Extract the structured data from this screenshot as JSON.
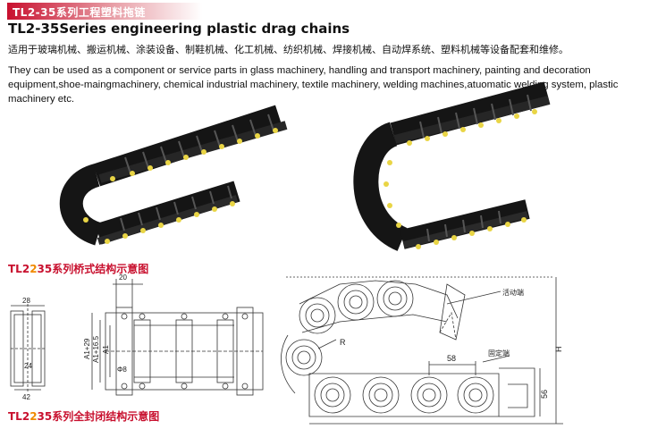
{
  "header": {
    "banner_text": "TL2-35系列工程塑料拖链",
    "title_en": "TL2-35Series engineering plastic drag chains",
    "desc_zh": "适用于玻璃机械、搬运机械、涂装设备、制鞋机械、化工机械、纺织机械、焊接机械、自动焊系统、塑料机械等设备配套和维修。",
    "desc_en": "They can be used as a component or service parts in glass machinery, handling and transport machinery, painting and decoration equipment,shoe-maingmachinery, chemical industrial machinery, textile machinery, welding machines,atuomatic welding system, plastic machinery etc."
  },
  "diagram_labels": {
    "bridge_prefix": "TL2",
    "bridge_hi": "2",
    "bridge_rest": "35系列桥式结构示意图",
    "closed_prefix": "TL2",
    "closed_hi": "2",
    "closed_rest": "35系列全封闭结构示意图"
  },
  "dimensions": {
    "d20": "20",
    "d28": "28",
    "d42": "42",
    "d24": "24",
    "a1_29": "A1+29",
    "a1_16_5": "A1+16.5",
    "a1": "A1",
    "phi8": "Φ8",
    "r": "R",
    "h": "H",
    "d58": "58",
    "d56": "56",
    "moving_end": "活动端",
    "fixed_end": "固定端"
  },
  "colors": {
    "brand_red": "#c8102e",
    "accent_orange": "#f08a00",
    "chain_black": "#1c1c1c",
    "pin_yellow": "#e9d545"
  }
}
